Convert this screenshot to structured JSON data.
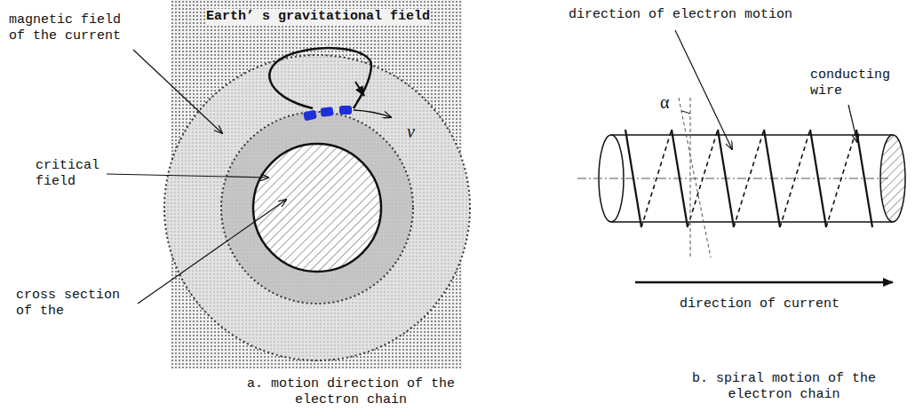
{
  "diagram": {
    "nodes": [
      {
        "text": [
          "Earth’ s gravitational field"
        ]
      }
    ],
    "labels": [
      "magnetic field of the current",
      "critical field",
      "v",
      "cross section of the",
      "a. motion direction of the electron chain",
      "direction of electron motion",
      "α",
      "conducting wire",
      "direction of current",
      "b. spiral motion of the electron chain"
    ]
  }
}
